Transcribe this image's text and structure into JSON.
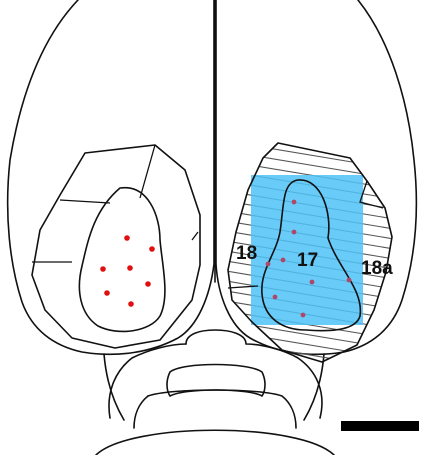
{
  "labels": {
    "left_area": "18",
    "center_area": "17",
    "right_area": "18a"
  },
  "colors": {
    "highlight": "#4fc3f7",
    "left_dots": "#e01010",
    "right_dots": "#b0466a",
    "outline": "#111111",
    "scale_bar": "#000000"
  },
  "marks": {
    "left_dot_count": 7,
    "right_dot_count": 8
  }
}
